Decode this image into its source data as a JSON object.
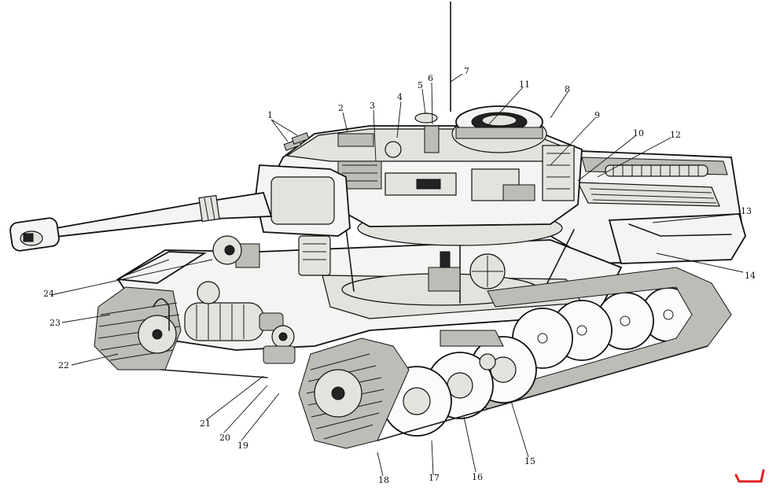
{
  "diagram": {
    "callouts": [
      "1",
      "2",
      "3",
      "4",
      "5",
      "6",
      "7",
      "8",
      "9",
      "10",
      "11",
      "12",
      "13",
      "14",
      "15",
      "16",
      "17",
      "18",
      "19",
      "20",
      "21",
      "22",
      "23",
      "24"
    ]
  },
  "colors": {
    "ink": "#111111",
    "paper": "#ffffff",
    "publisher_mark": "#e02020"
  }
}
